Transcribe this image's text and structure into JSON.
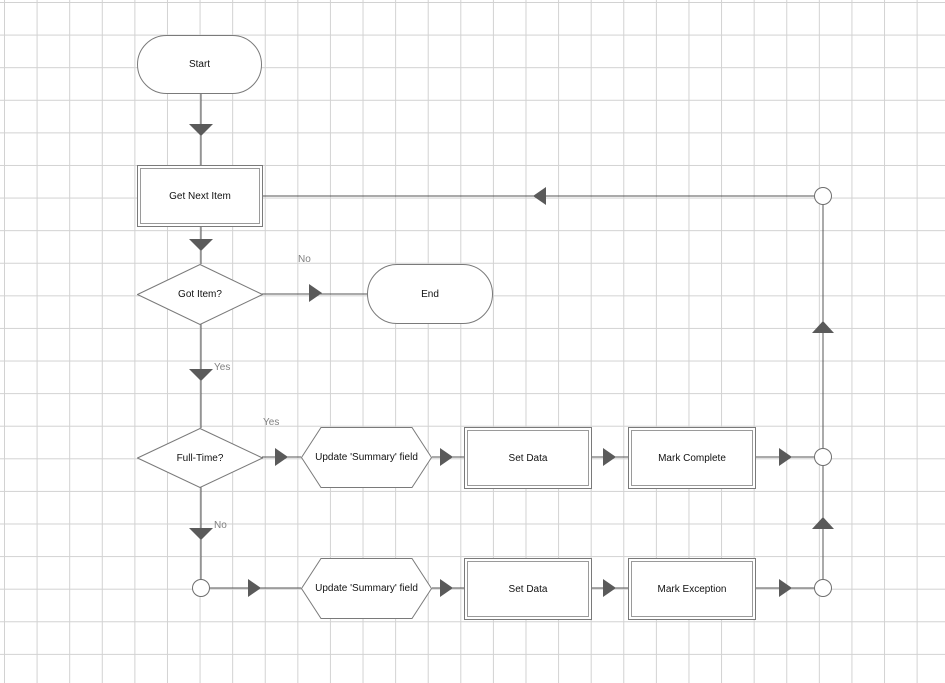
{
  "nodes": {
    "start": "Start",
    "get_next_item": "Get Next Item",
    "got_item": "Got Item?",
    "end": "End",
    "full_time": "Full-Time?",
    "update_summary_top": "Update 'Summary' field",
    "set_data_top": "Set Data",
    "mark_complete": "Mark Complete",
    "update_summary_bottom": "Update 'Summary' field",
    "set_data_bottom": "Set Data",
    "mark_exception": "Mark Exception"
  },
  "edge_labels": {
    "got_item_no": "No",
    "got_item_yes": "Yes",
    "full_time_yes": "Yes",
    "full_time_no": "No"
  },
  "colors": {
    "grid": "#d2d2d2",
    "border": "#7a7a7a",
    "connector": "#555555",
    "arrow": "#5a5a5a",
    "label": "#808080"
  }
}
